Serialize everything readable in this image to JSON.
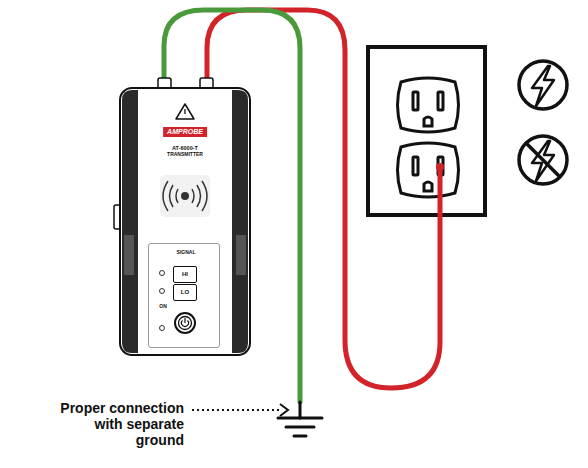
{
  "diagram": {
    "nodes": [
      {
        "text": [
          "AMPROBE",
          "AT-6000-T",
          "TRANSMITTER"
        ]
      },
      {
        "text": [
          "SIGNAL",
          "ON"
        ],
        "in": 0
      },
      {
        "text": [
          "HI"
        ],
        "in": 1
      },
      {
        "text": [
          "LO"
        ],
        "in": 1
      }
    ],
    "labels": [
      "Proper connection with separate ground"
    ]
  }
}
